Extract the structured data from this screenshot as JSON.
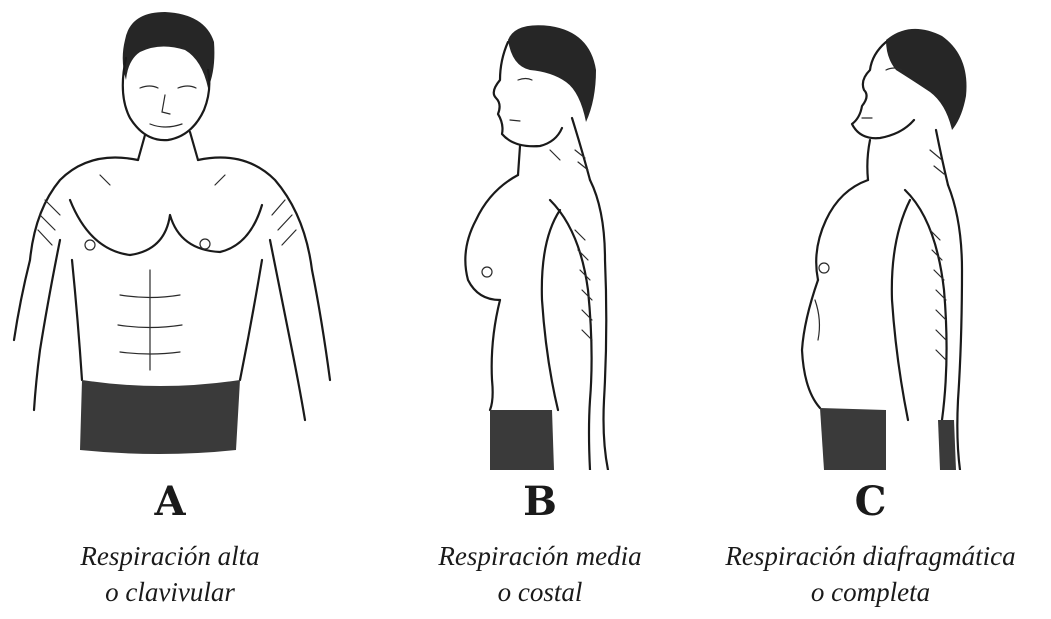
{
  "figures": [
    {
      "letter": "A",
      "caption_line1": "Respiración alta",
      "caption_line2": "o clavivular"
    },
    {
      "letter": "B",
      "caption_line1": "Respiración media",
      "caption_line2": "o costal"
    },
    {
      "letter": "C",
      "caption_line1": "Respiración diafragmática",
      "caption_line2": "o completa"
    }
  ]
}
